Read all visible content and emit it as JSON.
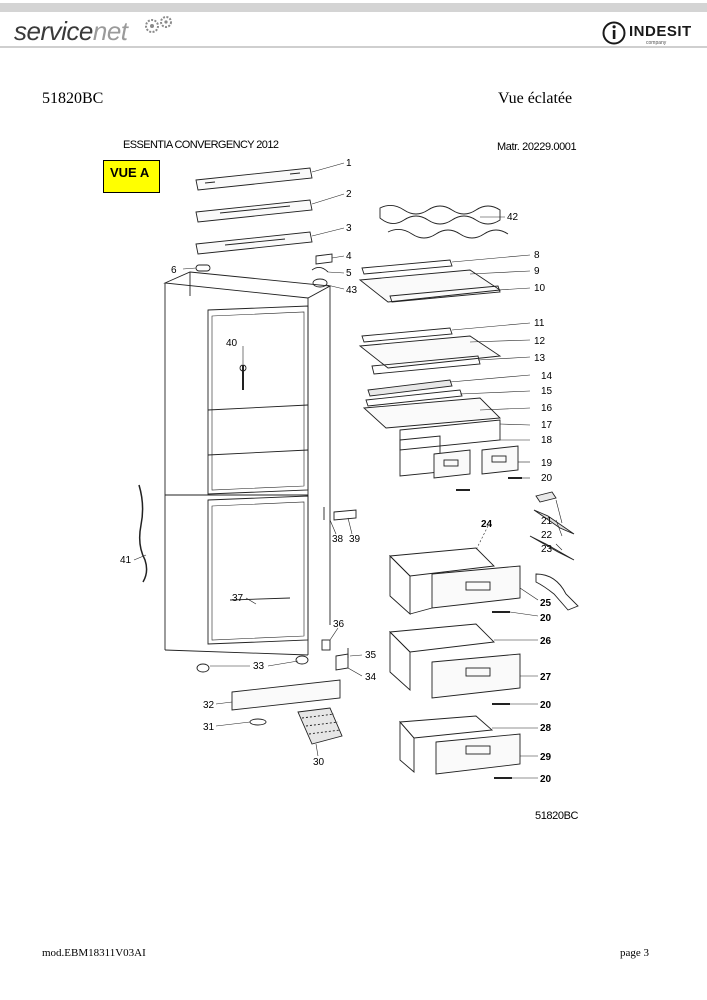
{
  "header": {
    "brand_left_part1": "service",
    "brand_left_part2": "net",
    "brand_right": "INDESIT",
    "brand_right_sub": "company"
  },
  "page": {
    "model": "51820BC",
    "title": "Vue éclatée"
  },
  "diagram": {
    "series": "ESSENTIA CONVERGENCY 2012",
    "serial": "Matr. 20229.0001",
    "view_tag": "VUE A",
    "model_code": "51820BC",
    "part_labels": [
      "1",
      "2",
      "3",
      "4",
      "5",
      "43",
      "6",
      "8",
      "9",
      "10",
      "42",
      "11",
      "12",
      "13",
      "14",
      "15",
      "16",
      "17",
      "18",
      "19",
      "20",
      "40",
      "41",
      "38",
      "39",
      "21",
      "22",
      "23",
      "24",
      "25",
      "20",
      "26",
      "27",
      "20",
      "28",
      "29",
      "20",
      "37",
      "36",
      "35",
      "34",
      "33",
      "32",
      "31",
      "30"
    ]
  },
  "footer": {
    "doc_ref": "mod.EBM18311V03AI",
    "page_number": "page 3"
  }
}
